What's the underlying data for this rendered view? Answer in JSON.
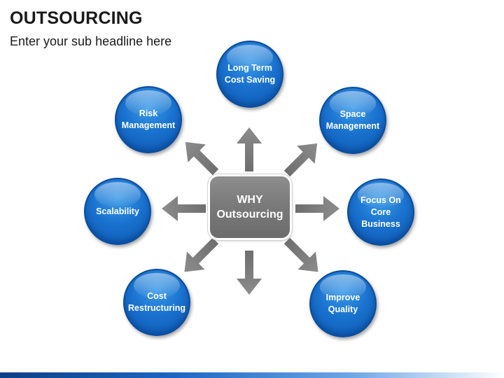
{
  "title": "OUTSOURCING",
  "subtitle": "Enter your sub headline here",
  "center": {
    "line1": "WHY",
    "line2": "Outsourcing"
  },
  "nodes": [
    {
      "label": "Long Term\nCost Saving"
    },
    {
      "label": "Space\nManagement"
    },
    {
      "label": "Focus On\nCore Business"
    },
    {
      "label": "Improve\nQuality"
    },
    {
      "label": "Cost\nRestructuring"
    },
    {
      "label": "Scalability"
    },
    {
      "label": "Risk\nManagement"
    }
  ],
  "colors": {
    "circle_blue": "#1a73cf",
    "center_gray": "#7a7a7a",
    "arrow_gray": "#7f7f7f"
  }
}
